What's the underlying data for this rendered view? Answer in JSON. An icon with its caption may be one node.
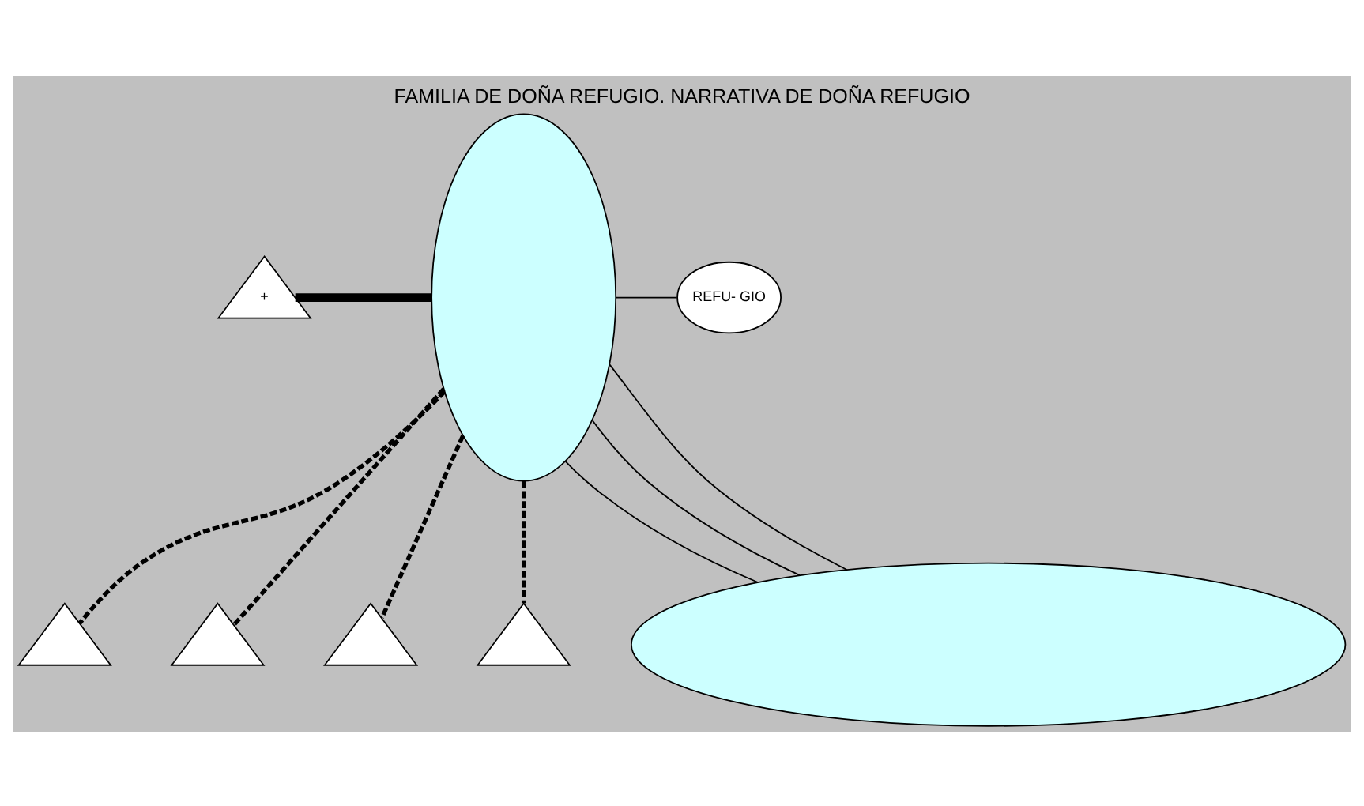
{
  "diagram": {
    "title": "FAMILIA DE DOÑA REFUGIO. NARRATIVA DE DOÑA REFUGIO",
    "nodes": [
      {
        "text": [
          "+"
        ]
      },
      {
        "text": [],
        "shape": "ellipse"
      },
      {
        "text": [
          "REFU- GIO"
        ]
      },
      {
        "text": [],
        "shape": "triangle"
      },
      {
        "text": [],
        "shape": "triangle"
      },
      {
        "text": [],
        "shape": "triangle"
      },
      {
        "text": [],
        "shape": "triangle"
      },
      {
        "text": [],
        "shape": "ellipse"
      }
    ],
    "edges": [
      {
        "from": 0,
        "to": 1,
        "arrow": "none",
        "style": "thick"
      },
      {
        "from": 1,
        "to": 2,
        "arrow": "none"
      },
      {
        "from": 1,
        "to": 3,
        "arrow": "none",
        "style": "dashed"
      },
      {
        "from": 1,
        "to": 4,
        "arrow": "none",
        "style": "dashed"
      },
      {
        "from": 1,
        "to": 5,
        "arrow": "none",
        "style": "dashed"
      },
      {
        "from": 1,
        "to": 6,
        "arrow": "none",
        "style": "dashed"
      },
      {
        "from": 1,
        "to": 7,
        "arrow": "none"
      },
      {
        "from": 1,
        "to": 7,
        "arrow": "none"
      },
      {
        "from": 1,
        "to": 7,
        "arrow": "none"
      }
    ]
  }
}
